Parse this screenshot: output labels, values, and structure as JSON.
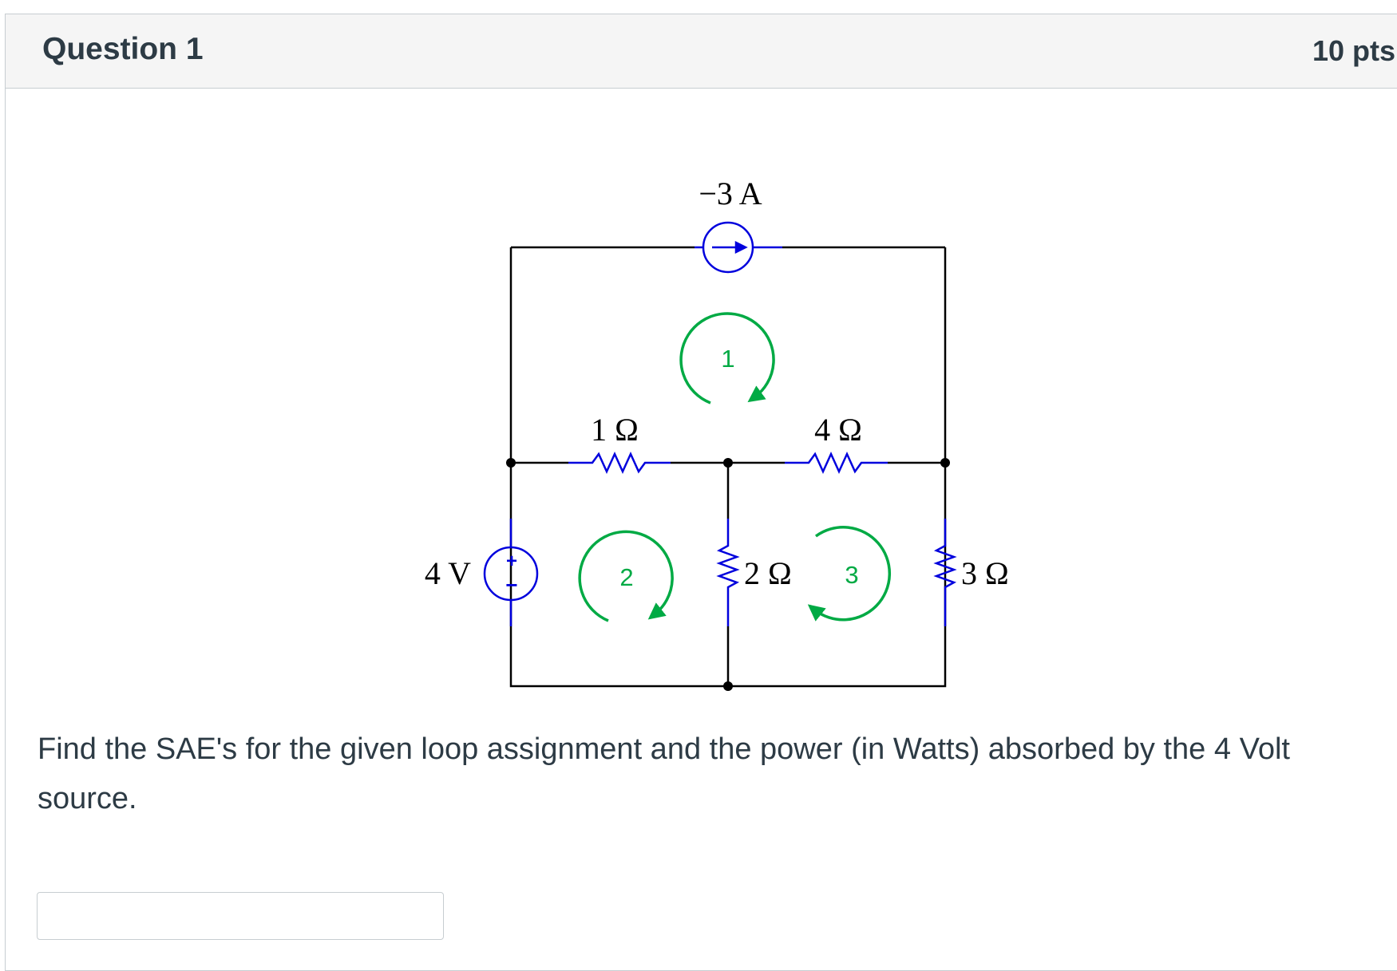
{
  "question": {
    "title": "Question 1",
    "points": "10 pts",
    "text": "Find the SAE's for the given loop assignment and the power (in Watts) absorbed by the 4 Volt source."
  },
  "circuit": {
    "current_source_label": "−3 A",
    "voltage_source_label": "4 V",
    "voltage_source_plus": "+",
    "voltage_source_minus": "−",
    "resistors": {
      "r1": "1 Ω",
      "r2": "2 Ω",
      "r3": "3 Ω",
      "r4": "4 Ω"
    },
    "loops": {
      "loop1": "1",
      "loop2": "2",
      "loop3": "3"
    },
    "colors": {
      "wire": "#000000",
      "component": "#0000dd",
      "loop": "#00aa44"
    }
  },
  "answer": {
    "value": ""
  }
}
